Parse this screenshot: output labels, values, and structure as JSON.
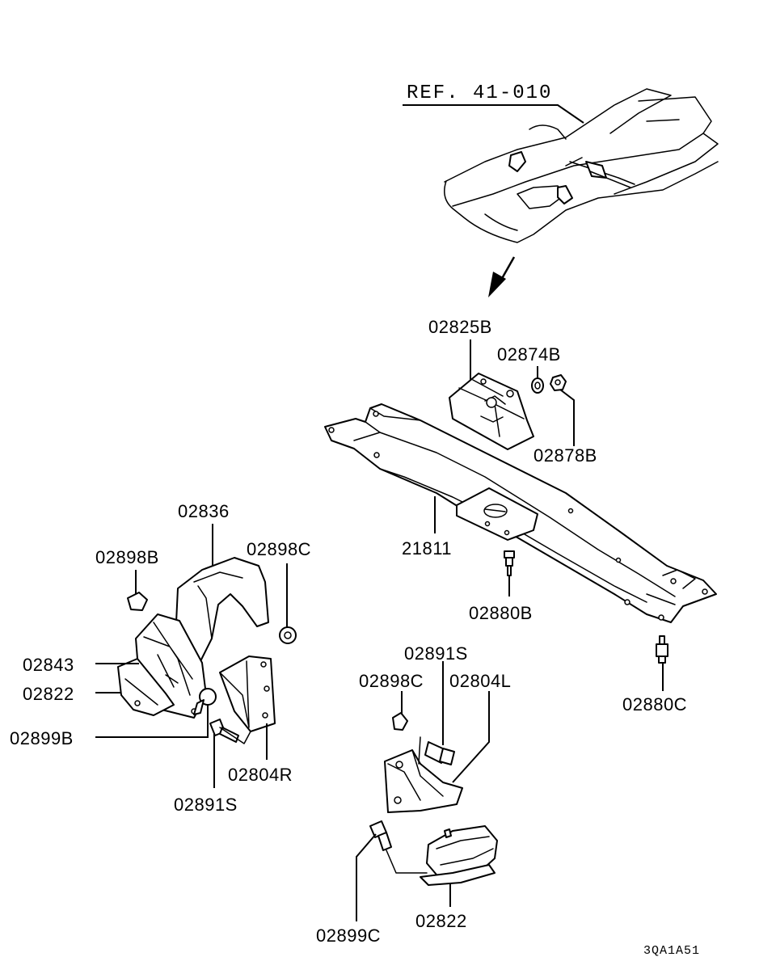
{
  "reference": "REF. 41-010",
  "figure_code": "3QA1A51",
  "parts": {
    "p02825B": "02825B",
    "p02874B": "02874B",
    "p02878B": "02878B",
    "p21811": "21811",
    "p02880B": "02880B",
    "p02880C": "02880C",
    "p02836": "02836",
    "p02898B": "02898B",
    "p02898C_left": "02898C",
    "p02843": "02843",
    "p02822_left": "02822",
    "p02899B": "02899B",
    "p02804R": "02804R",
    "p02891S_left": "02891S",
    "p02891S_right": "02891S",
    "p02898C_right": "02898C",
    "p02804L": "02804L",
    "p02822_right": "02822",
    "p02899C": "02899C"
  }
}
